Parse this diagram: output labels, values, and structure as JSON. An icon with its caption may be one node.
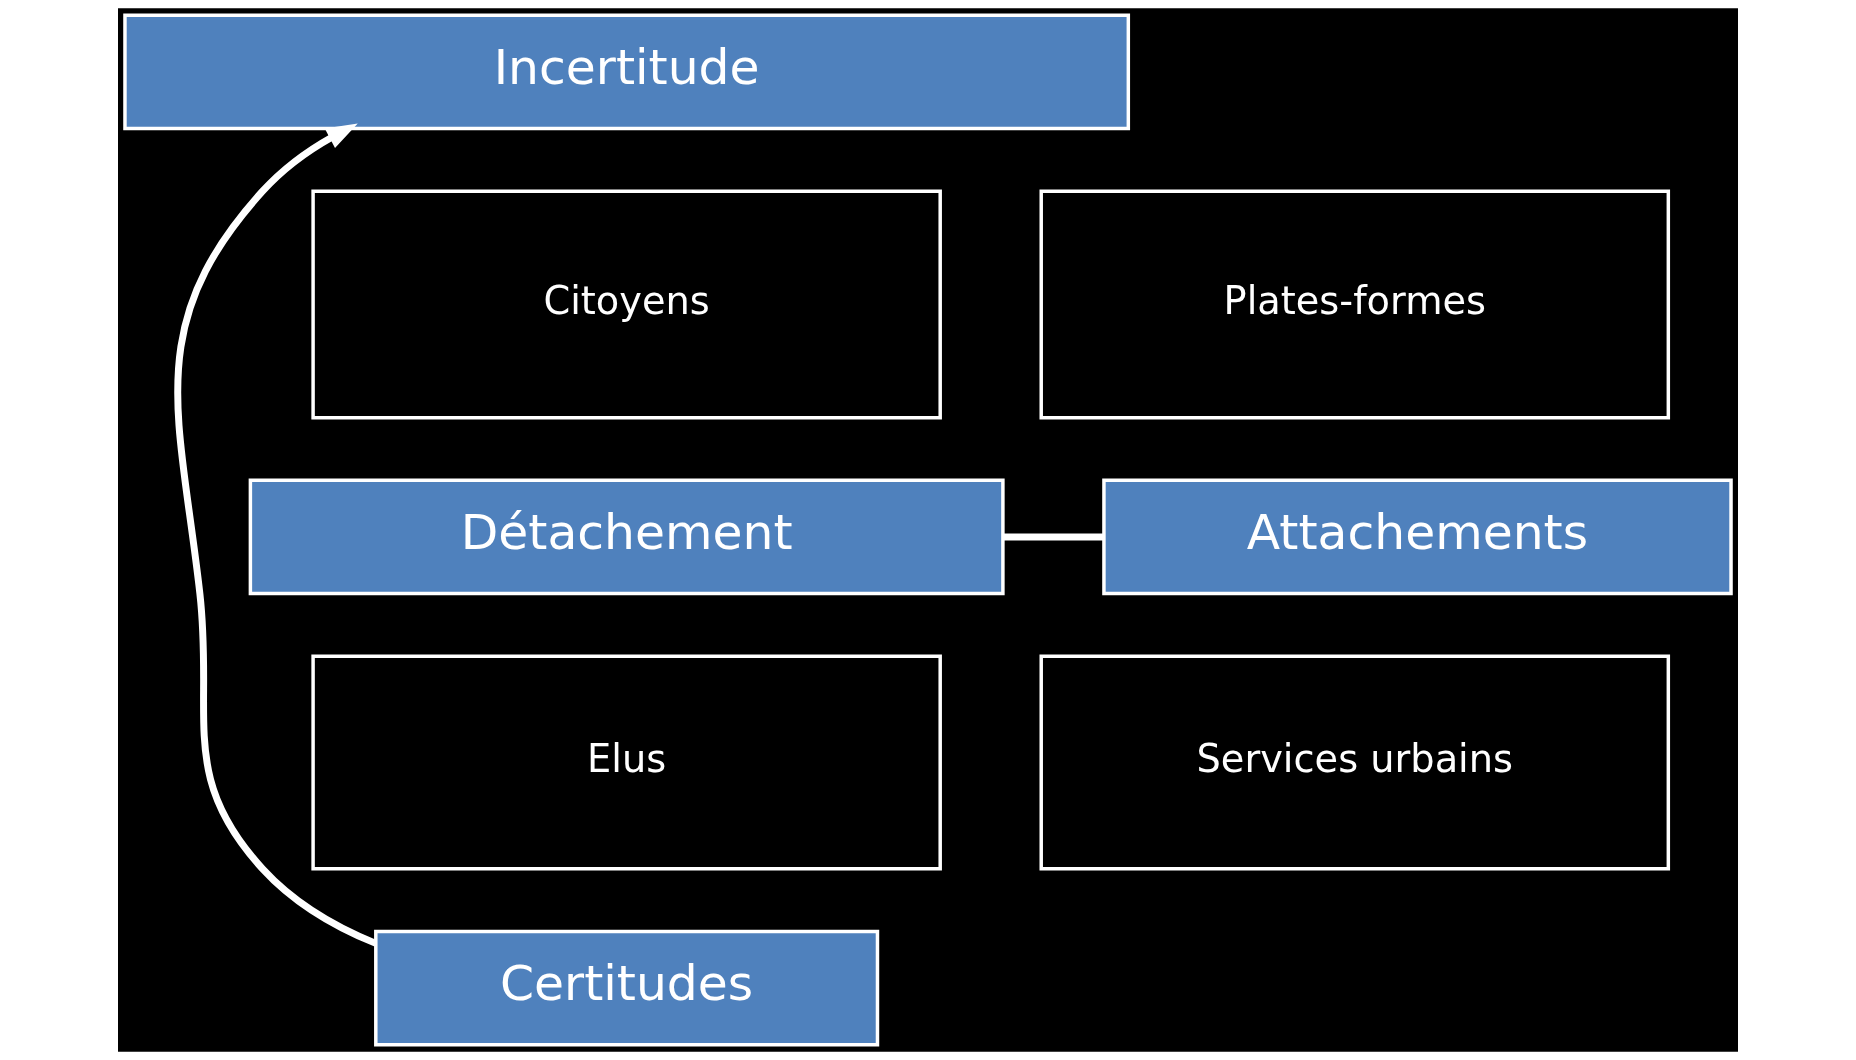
{
  "diagram": {
    "nodes": [
      {
        "text": [
          "Incertitude"
        ]
      },
      {
        "text": [
          "Plates-formes"
        ]
      },
      {
        "text": [
          "Citoyens"
        ]
      },
      {
        "text": [
          "Détachement"
        ]
      },
      {
        "text": [
          "Attachements"
        ]
      },
      {
        "text": [
          "Services urbains"
        ]
      },
      {
        "text": [
          "Elus"
        ]
      },
      {
        "text": [
          "Certitudes"
        ]
      }
    ],
    "edges": [
      {
        "from": 7,
        "to": 0,
        "arrow": "to"
      },
      {
        "from": 3,
        "to": 4,
        "arrow": "none"
      }
    ]
  }
}
